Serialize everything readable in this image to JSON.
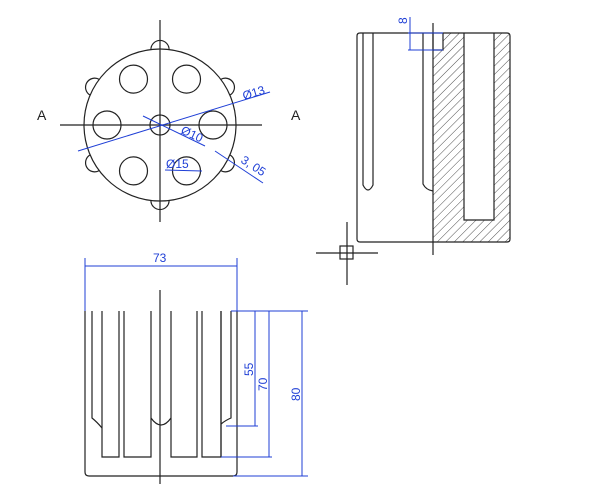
{
  "colors": {
    "line": "#222222",
    "dimension": "#1f3fd6",
    "background": "#ffffff"
  },
  "top_view": {
    "section_label_left": "A",
    "section_label_right": "A",
    "dim_outer_diameter": "Ø13",
    "dim_center_hole": "Ø10",
    "dim_hole": "Ø15",
    "dim_notch": "3, 05"
  },
  "section_view": {
    "dim_depth": "8"
  },
  "front_view": {
    "dim_width": "73",
    "dim_slot_short": "55",
    "dim_slot_long": "70",
    "dim_height": "80"
  },
  "cursor": {
    "icon": "crosshair-cursor-icon"
  }
}
